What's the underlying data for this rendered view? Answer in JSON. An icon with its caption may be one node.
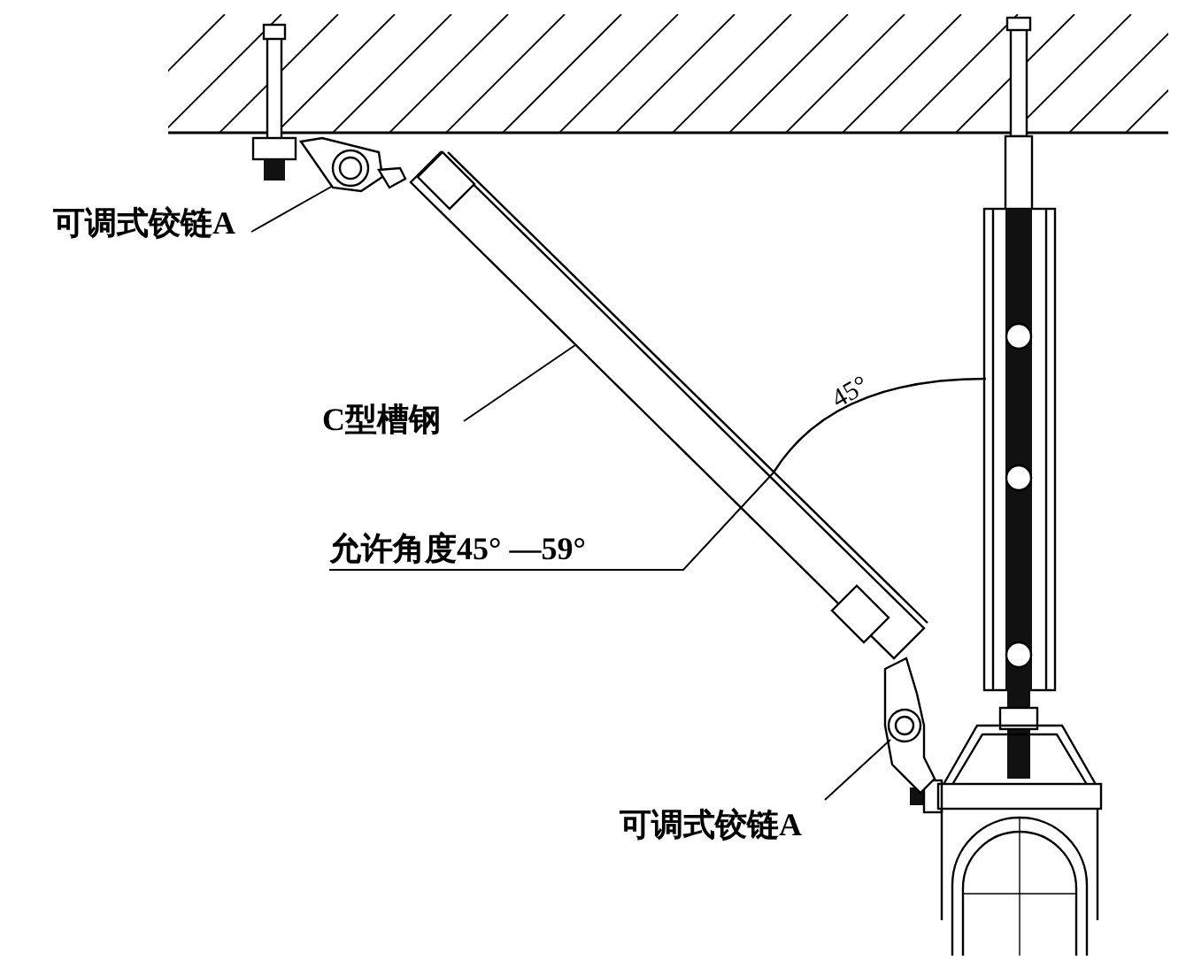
{
  "diagram": {
    "nodes": [
      {
        "text": [
          "可调式铰链A"
        ]
      },
      {
        "text": [],
        "shape": "picture"
      },
      {
        "text": [
          "C型槽钢"
        ]
      },
      {
        "text": [],
        "shape": "picture"
      },
      {
        "text": [
          "允许角度45° —59°"
        ]
      },
      {
        "text": [],
        "shape": "arc"
      },
      {
        "text": [
          "可调式铰链A"
        ]
      },
      {
        "text": [],
        "shape": "picture"
      }
    ],
    "edges": [
      {
        "from": 0,
        "to": 1,
        "arrow": "none"
      },
      {
        "from": 2,
        "to": 3,
        "arrow": "none"
      },
      {
        "from": 4,
        "to": 5,
        "arrow": "none"
      },
      {
        "from": 6,
        "to": 7,
        "arrow": "none"
      }
    ],
    "labels": [
      "45°"
    ]
  }
}
